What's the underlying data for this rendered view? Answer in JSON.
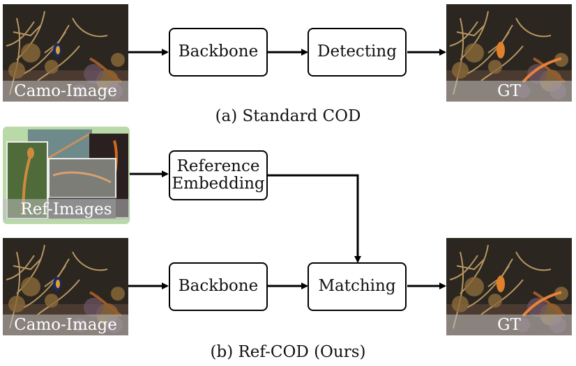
{
  "panel_a": {
    "input_label": "Camo-Image",
    "stage1": "Backbone",
    "stage2": "Detecting",
    "output_label": "GT",
    "caption": "(a) Standard COD"
  },
  "panel_b": {
    "ref_label": "Ref-Images",
    "ref_block_line1": "Reference",
    "ref_block_line2": "Embedding",
    "input_label": "Camo-Image",
    "stage1": "Backbone",
    "stage2": "Matching",
    "output_label": "GT",
    "caption": "(b) Ref-COD (Ours)"
  },
  "colors": {
    "reef_dark": "#2b2620",
    "coral": "#b8955e",
    "fish_orange": "#e0802a",
    "ref_panel_bg": "#b9d9a9"
  }
}
